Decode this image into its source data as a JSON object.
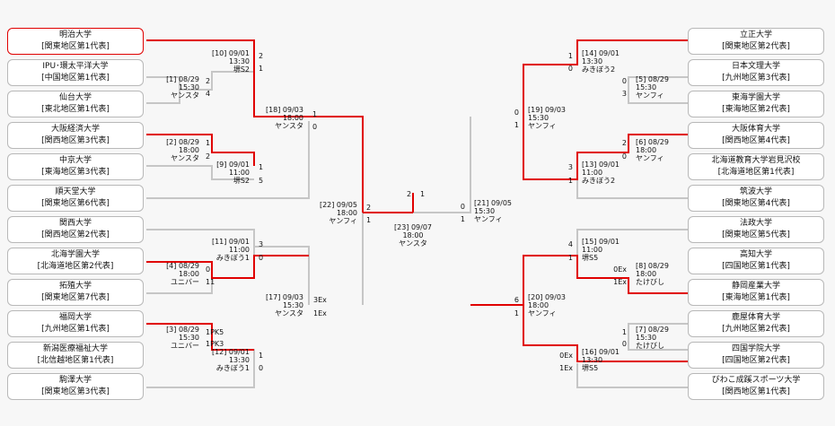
{
  "teams_left": [
    {
      "name": "明治大学",
      "rep": "[関東地区第1代表]"
    },
    {
      "name": "IPU･環太平洋大学",
      "rep": "[中国地区第1代表]"
    },
    {
      "name": "仙台大学",
      "rep": "[東北地区第1代表]"
    },
    {
      "name": "大阪経済大学",
      "rep": "[関西地区第3代表]"
    },
    {
      "name": "中京大学",
      "rep": "[東海地区第3代表]"
    },
    {
      "name": "順天堂大学",
      "rep": "[関東地区第6代表]"
    },
    {
      "name": "関西大学",
      "rep": "[関西地区第2代表]"
    },
    {
      "name": "北海学園大学",
      "rep": "[北海道地区第2代表]"
    },
    {
      "name": "拓殖大学",
      "rep": "[関東地区第7代表]"
    },
    {
      "name": "福岡大学",
      "rep": "[九州地区第1代表]"
    },
    {
      "name": "新潟医療福祉大学",
      "rep": "[北信越地区第1代表]"
    },
    {
      "name": "駒澤大学",
      "rep": "[関東地区第3代表]"
    }
  ],
  "teams_right": [
    {
      "name": "立正大学",
      "rep": "[関東地区第2代表]"
    },
    {
      "name": "日本文理大学",
      "rep": "[九州地区第3代表]"
    },
    {
      "name": "東海学園大学",
      "rep": "[東海地区第2代表]"
    },
    {
      "name": "大阪体育大学",
      "rep": "[関西地区第4代表]"
    },
    {
      "name": "北海道教育大学岩見沢校",
      "rep": "[北海道地区第1代表]"
    },
    {
      "name": "筑波大学",
      "rep": "[関東地区第4代表]"
    },
    {
      "name": "法政大学",
      "rep": "[関東地区第5代表]"
    },
    {
      "name": "高知大学",
      "rep": "[四国地区第1代表]"
    },
    {
      "name": "静岡産業大学",
      "rep": "[東海地区第1代表]"
    },
    {
      "name": "鹿屋体育大学",
      "rep": "[九州地区第2代表]"
    },
    {
      "name": "四国学院大学",
      "rep": "[四国地区第2代表]"
    },
    {
      "name": "びわこ成蹊スポーツ大学",
      "rep": "[関西地区第1代表]"
    }
  ],
  "match_labels": [
    {
      "l1": "[10] 09/01",
      "l2": "13:30",
      "l3": "堺S2"
    },
    {
      "l1": "[1] 08/29",
      "l2": "15:30",
      "l3": "ヤンスタ"
    },
    {
      "l1": "[18] 09/03",
      "l2": "18:00",
      "l3": "ヤンスタ"
    },
    {
      "l1": "[2] 08/29",
      "l2": "18:00",
      "l3": "ヤンスタ"
    },
    {
      "l1": "[9] 09/01",
      "l2": "11:00",
      "l3": "堺S2"
    },
    {
      "l1": "[22] 09/05",
      "l2": "18:00",
      "l3": "ヤンフィ"
    },
    {
      "l1": "[23] 09/07",
      "l2": "18:00",
      "l3": "ヤンスタ"
    },
    {
      "l1": "[11] 09/01",
      "l2": "11:00",
      "l3": "みきぼう1"
    },
    {
      "l1": "[4] 08/29",
      "l2": "18:00",
      "l3": "ユニバー"
    },
    {
      "l1": "[17] 09/03",
      "l2": "15:30",
      "l3": "ヤンスタ"
    },
    {
      "l1": "[3] 08/29",
      "l2": "15:30",
      "l3": "ユニバー"
    },
    {
      "l1": "[12] 09/01",
      "l2": "13:30",
      "l3": "みきぼう1"
    },
    {
      "l1": "[14] 09/01",
      "l2": "13:30",
      "l3": "みきぼう2"
    },
    {
      "l1": "[5] 08/29",
      "l2": "15:30",
      "l3": "ヤンフィ"
    },
    {
      "l1": "[19] 09/03",
      "l2": "15:30",
      "l3": "ヤンフィ"
    },
    {
      "l1": "[6] 08/29",
      "l2": "18:00",
      "l3": "ヤンフィ"
    },
    {
      "l1": "[13] 09/01",
      "l2": "11:00",
      "l3": "みきぼう2"
    },
    {
      "l1": "[21] 09/05",
      "l2": "15:30",
      "l3": "ヤンフィ"
    },
    {
      "l1": "[15] 09/01",
      "l2": "11:00",
      "l3": "堺S5"
    },
    {
      "l1": "[8] 08/29",
      "l2": "18:00",
      "l3": "たけびし"
    },
    {
      "l1": "[20] 09/03",
      "l2": "18:00",
      "l3": "ヤンフィ"
    },
    {
      "l1": "[7] 08/29",
      "l2": "15:30",
      "l3": "たけびし"
    },
    {
      "l1": "[16] 09/01",
      "l2": "13:30",
      "l3": "堺S5"
    }
  ],
  "scores": [
    "2",
    "1",
    "2",
    "4",
    "1",
    "0",
    "1",
    "2",
    "1",
    "5",
    "2",
    "1",
    "2",
    "1",
    "3",
    "0",
    "0",
    "11",
    "3Ex",
    "1Ex",
    "1PK5",
    "1PK3",
    "1",
    "0",
    "1",
    "0",
    "0",
    "3",
    "0",
    "1",
    "2",
    "0",
    "3",
    "1",
    "0",
    "1",
    "4",
    "1",
    "0Ex",
    "1Ex",
    "6",
    "1",
    "1",
    "0",
    "0Ex",
    "1Ex"
  ]
}
